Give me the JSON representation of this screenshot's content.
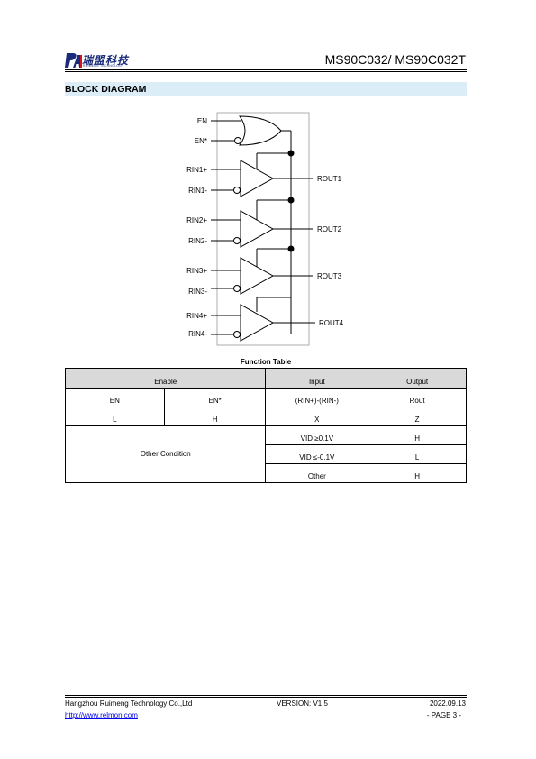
{
  "header": {
    "logo_cn": "瑞盟科技",
    "logo_en": "RUIMENG TECHNOLOGY",
    "doc_title": "MS90C032/ MS90C032T"
  },
  "section": {
    "title": "BLOCK DIAGRAM"
  },
  "diagram": {
    "inputs": [
      "EN",
      "EN*",
      "RIN1+",
      "RIN1-",
      "RIN2+",
      "RIN2-",
      "RIN3+",
      "RIN3-",
      "RIN4+",
      "RIN4-"
    ],
    "outputs": [
      "ROUT1",
      "ROUT2",
      "ROUT3",
      "ROUT4"
    ]
  },
  "function_table": {
    "title": "Function Table",
    "header": {
      "enable": "Enable",
      "input": "Input",
      "output": "Output"
    },
    "row1": [
      "EN",
      "EN*",
      "(RIN+)-(RIN-)",
      "Rout"
    ],
    "row2": [
      "L",
      "H",
      "X",
      "Z"
    ],
    "other": {
      "label": "Other Condition",
      "rows": [
        {
          "input": "VID ≥0.1V",
          "output": "H"
        },
        {
          "input": "VID ≤-0.1V",
          "output": "L"
        },
        {
          "input": "Other",
          "output": "H"
        }
      ]
    }
  },
  "footer": {
    "company": "Hangzhou Ruimeng Technology Co.,Ltd",
    "version": "VERSION: V1.5",
    "date": "2022.09.13",
    "url": "http://www.relmon.com",
    "page": "- PAGE 3 -"
  }
}
